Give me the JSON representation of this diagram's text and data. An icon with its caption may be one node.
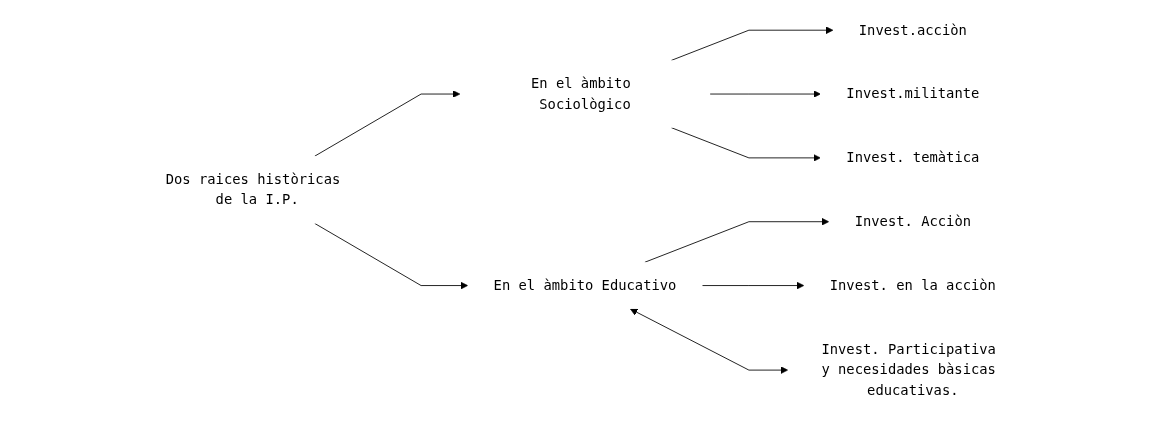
{
  "diagram": {
    "nodes": [
      {
        "text": [
          "Dos raices històricas de la I.P."
        ]
      },
      {
        "text": [
          "En el àmbito Sociològico"
        ]
      },
      {
        "text": [
          "En el àmbito Educativo"
        ]
      },
      {
        "text": [
          "Invest.acciòn"
        ]
      },
      {
        "text": [
          "Invest.militante"
        ]
      },
      {
        "text": [
          "Invest. temàtica"
        ]
      },
      {
        "text": [
          "Invest. Acciòn"
        ]
      },
      {
        "text": [
          "Invest. en la acciòn"
        ]
      },
      {
        "text": [
          "Invest. Participativa y necesidades bàsicas educativas."
        ]
      }
    ],
    "edges": [
      {
        "from": 0,
        "to": 1,
        "arrow": "to"
      },
      {
        "from": 0,
        "to": 2,
        "arrow": "to"
      },
      {
        "from": 1,
        "to": 3,
        "arrow": "to"
      },
      {
        "from": 1,
        "to": 4,
        "arrow": "to"
      },
      {
        "from": 1,
        "to": 5,
        "arrow": "to"
      },
      {
        "from": 2,
        "to": 6,
        "arrow": "to"
      },
      {
        "from": 2,
        "to": 7,
        "arrow": "to"
      },
      {
        "from": 2,
        "to": 8,
        "arrow": "both"
      }
    ]
  }
}
